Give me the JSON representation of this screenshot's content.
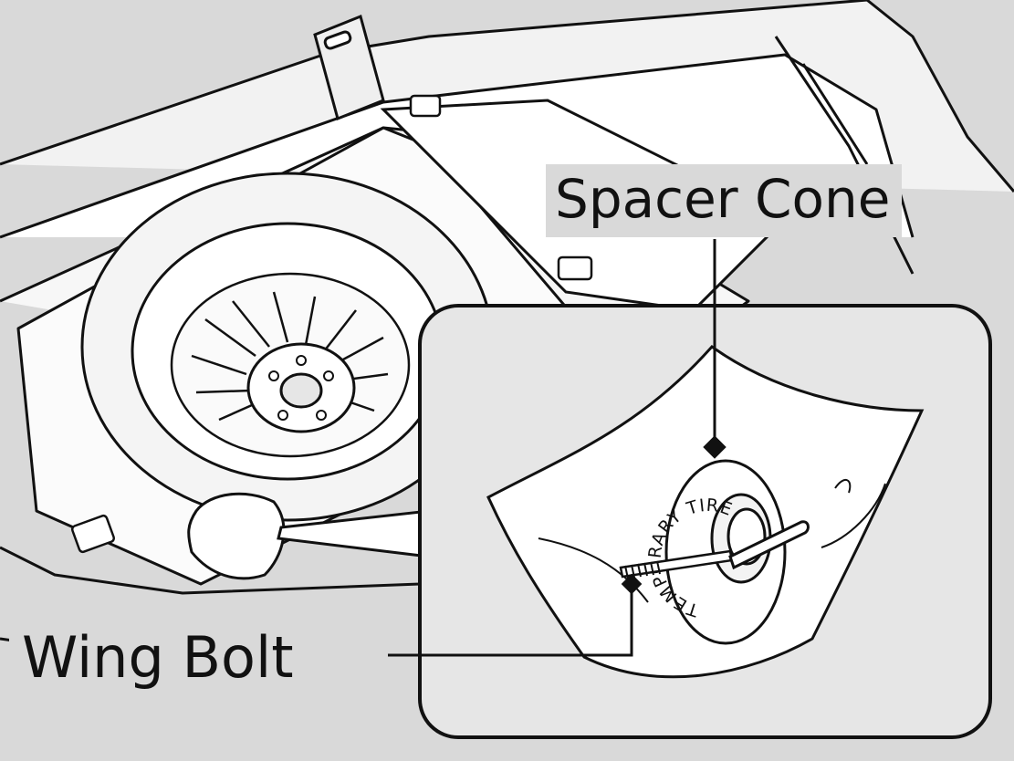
{
  "labels": {
    "spacer_cone": "Spacer Cone",
    "wing_bolt": "Wing Bolt"
  },
  "tire_marking": "TEMPORARY TIRE",
  "colors": {
    "background": "#d9d9d9",
    "line": "#111111",
    "surface": "#ffffff",
    "shade": "#ececec"
  },
  "icons": [
    "spare-tire-icon",
    "wing-bolt-icon",
    "spacer-cone-icon"
  ]
}
